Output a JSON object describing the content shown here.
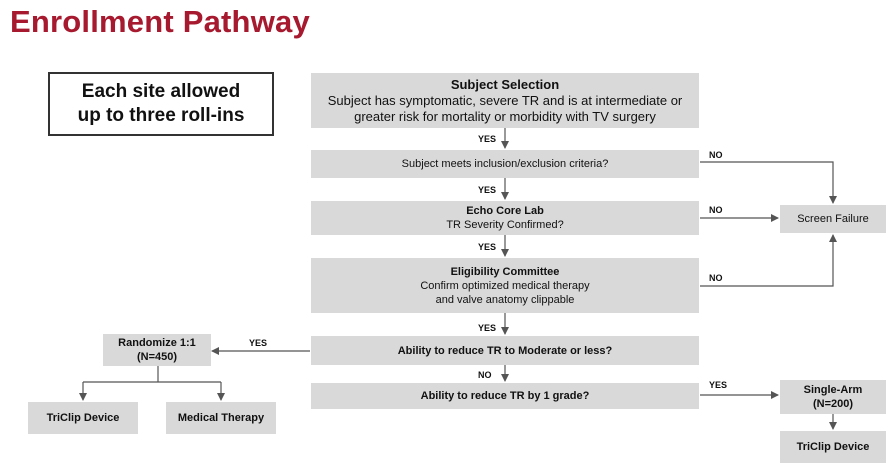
{
  "title": "Enrollment Pathway",
  "rollin": {
    "line1": "Each site allowed",
    "line2": "up to three roll-ins"
  },
  "nodes": {
    "subject_selection": {
      "title": "Subject Selection",
      "line1": "Subject has symptomatic, severe TR and is at intermediate or",
      "line2": "greater risk for mortality or morbidity with TV surgery"
    },
    "inclusion": {
      "text": "Subject meets inclusion/exclusion criteria?"
    },
    "echo": {
      "title": "Echo Core Lab",
      "text": "TR Severity Confirmed?"
    },
    "eligibility": {
      "title": "Eligibility Committee",
      "line1": "Confirm optimized medical therapy",
      "line2": "and valve anatomy clippable"
    },
    "reduce_moderate": {
      "text": "Ability to reduce TR to Moderate or less?"
    },
    "reduce_grade": {
      "text": "Ability to reduce TR by 1 grade?"
    },
    "screen_failure": {
      "text": "Screen Failure"
    },
    "randomize": {
      "line1": "Randomize 1:1",
      "line2": "(N=450)"
    },
    "triclip_left": {
      "text": "TriClip Device"
    },
    "medical_therapy": {
      "text": "Medical Therapy"
    },
    "single_arm": {
      "line1": "Single-Arm",
      "line2": "(N=200)"
    },
    "triclip_right": {
      "text": "TriClip Device"
    }
  },
  "edge_labels": {
    "yes": "YES",
    "no": "NO"
  },
  "colors": {
    "title": "#a6192e",
    "box_fill": "#d9d9d9",
    "connector": "#555555"
  }
}
